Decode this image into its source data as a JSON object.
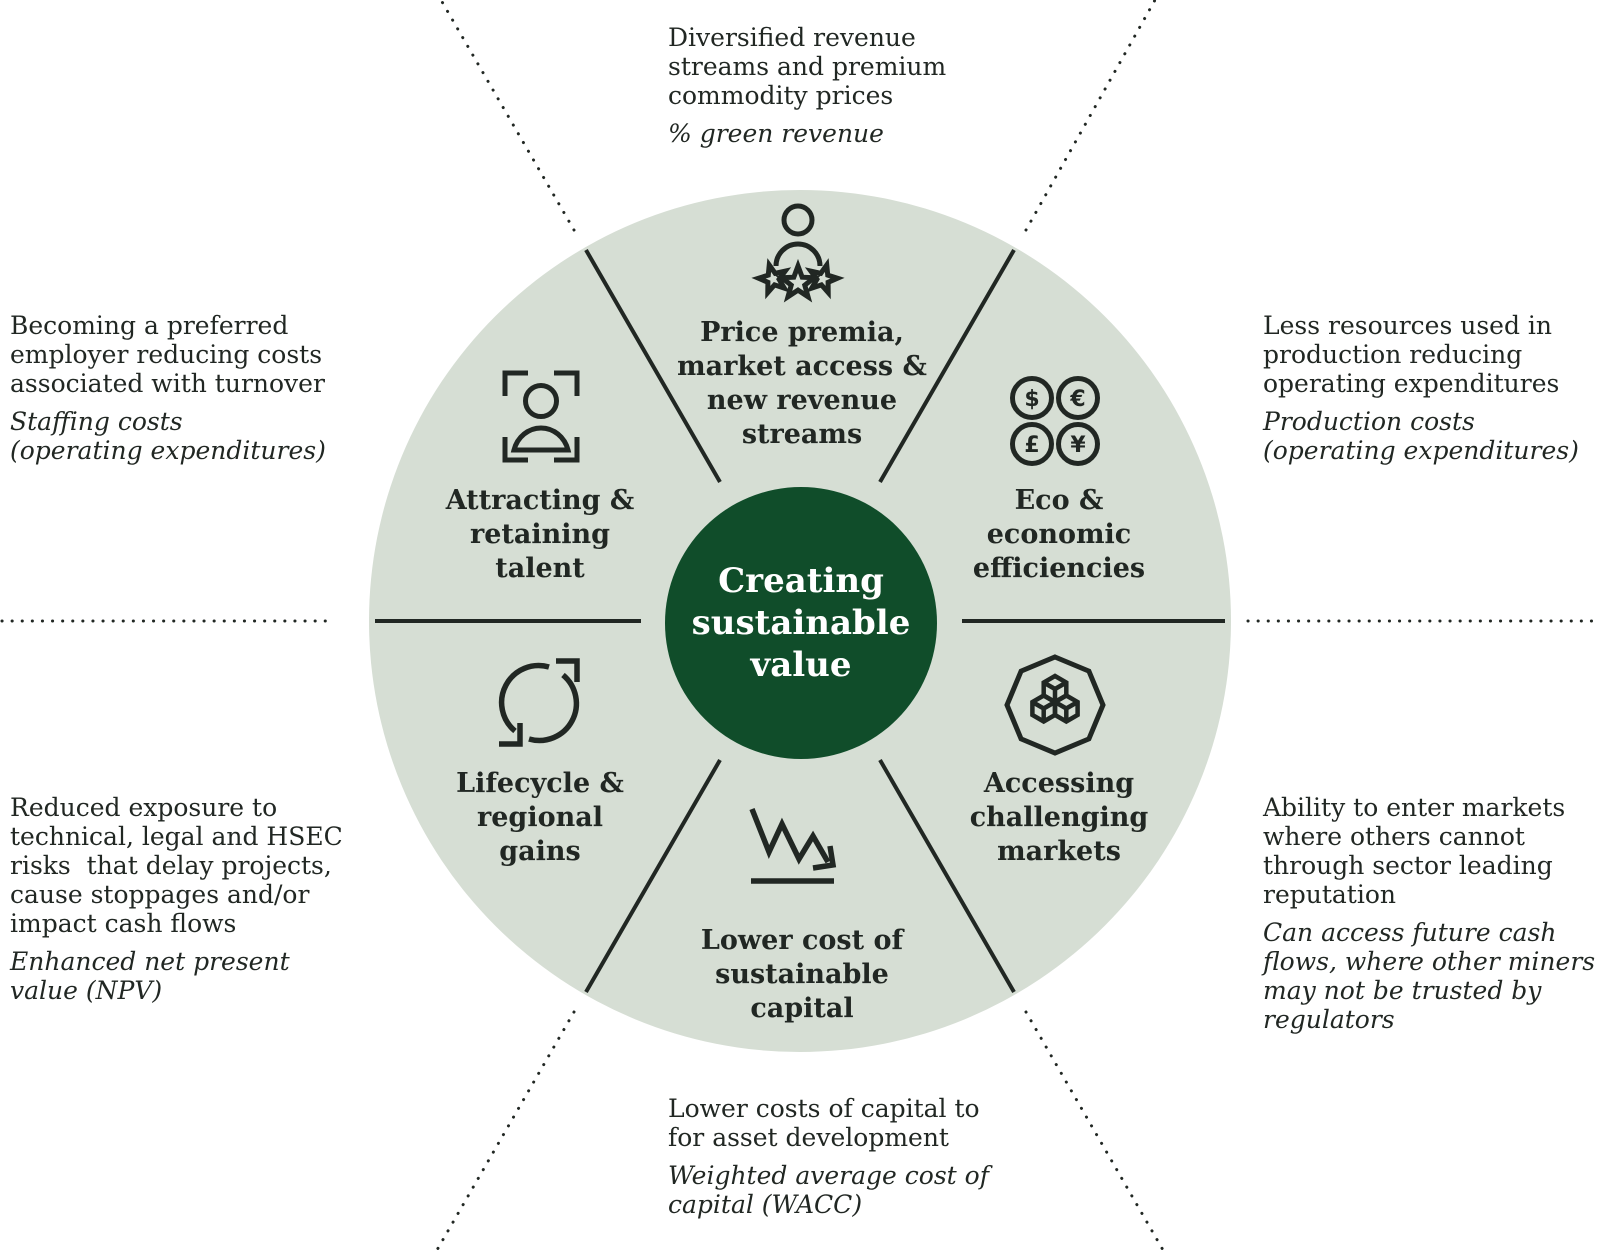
{
  "colors": {
    "circle_fill": "#d6ded4",
    "center_fill": "#104d2a",
    "text_color": "#212723",
    "center_text": "#ffffff"
  },
  "center": {
    "label": "Creating\nsustainable\nvalue"
  },
  "segments": [
    {
      "id": "price-premia",
      "icon": "person-stars-icon",
      "label": "Price premia,\nmarket access &\nnew revenue\nstreams"
    },
    {
      "id": "eco-efficiencies",
      "icon": "currency-coins-icon",
      "currency_symbols": [
        "$",
        "€",
        "£",
        "¥"
      ],
      "label": "Eco &\neconomic\nefficiencies"
    },
    {
      "id": "challenging-markets",
      "icon": "cubes-octagon-icon",
      "label": "Accessing\nchallenging\nmarkets"
    },
    {
      "id": "lower-cost-capital",
      "icon": "declining-chart-icon",
      "label": "Lower cost of\nsustainable\ncapital"
    },
    {
      "id": "lifecycle-gains",
      "icon": "cycle-arrows-icon",
      "label": "Lifecycle &\nregional\ngains"
    },
    {
      "id": "attracting-talent",
      "icon": "person-frame-icon",
      "label": "Attracting &\nretaining\ntalent"
    }
  ],
  "callouts": [
    {
      "position": "top",
      "text": "Diversified revenue\nstreams and premium\ncommodity prices",
      "metric": "% green revenue"
    },
    {
      "position": "right-top",
      "text": "Less resources used in\nproduction reducing\noperating expenditures",
      "metric": "Production costs\n(operating expenditures)"
    },
    {
      "position": "right-bottom",
      "text": "Ability to enter markets\nwhere others cannot\nthrough sector leading\nreputation",
      "metric": "Can access future cash\nflows, where other miners\nmay not be trusted by\nregulators"
    },
    {
      "position": "bottom",
      "text": "Lower costs of capital to\nfor asset development",
      "metric": "Weighted average cost of\ncapital (WACC)"
    },
    {
      "position": "left-bottom",
      "text": "Reduced exposure to\ntechnical, legal and HSEC\nrisks  that delay projects,\ncause stoppages and/or\nimpact cash flows",
      "metric": "Enhanced net present\nvalue (NPV)"
    },
    {
      "position": "left-top",
      "text": "Becoming a preferred\nemployer reducing costs\nassociated with turnover",
      "metric": "Staffing costs\n(operating expenditures)"
    }
  ]
}
